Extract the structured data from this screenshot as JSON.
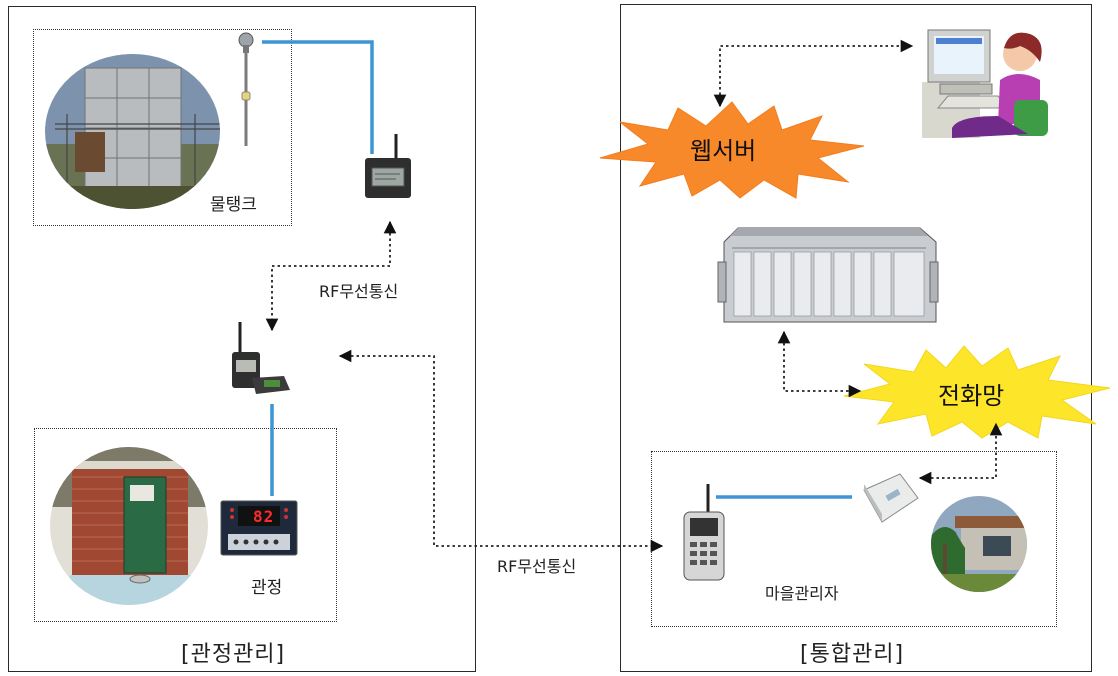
{
  "left_panel": {
    "title": "[관정관리]",
    "water_tank_label": "물탱크",
    "rf_label_upper": "RF무선통신",
    "well_label": "관정",
    "display_reading": "82"
  },
  "middle": {
    "rf_label_lower": "RF무선통신"
  },
  "right_panel": {
    "title": "[통합관리]",
    "web_server_label": "웹서버",
    "phone_network_label": "전화망",
    "village_manager_label": "마을관리자"
  },
  "colors": {
    "blue_line": "#3d95d6",
    "web_server_burst": "#f7892a",
    "phone_burst": "#fde52a"
  }
}
